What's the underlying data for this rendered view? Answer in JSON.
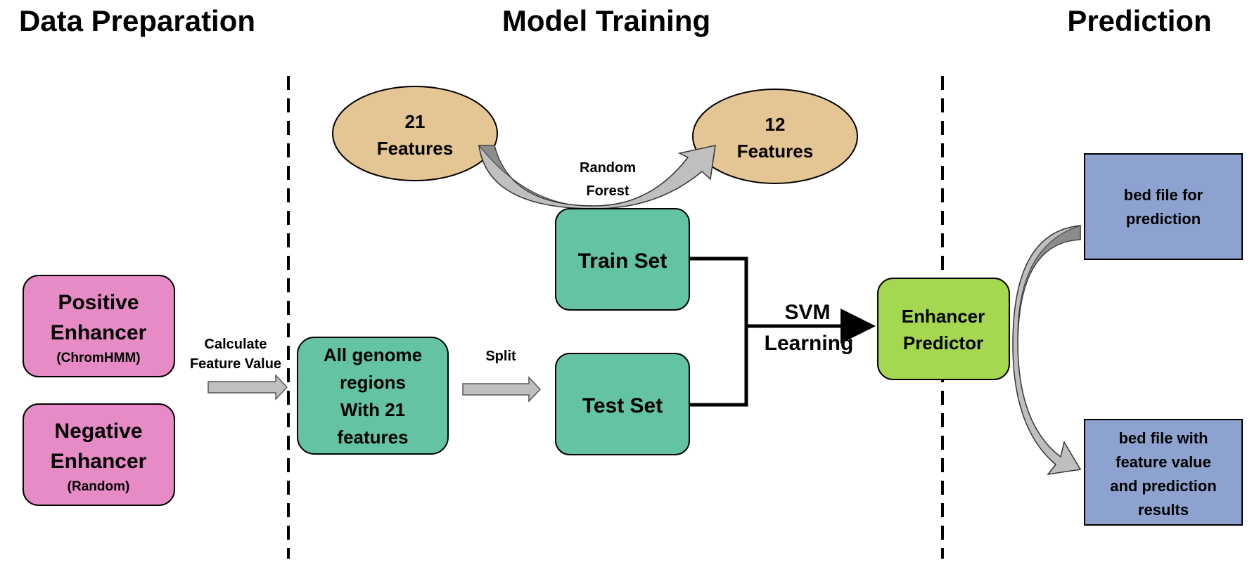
{
  "sections": {
    "data_preparation": "Data Preparation",
    "model_training": "Model Training",
    "prediction": "Prediction"
  },
  "nodes": {
    "positive_enhancer": {
      "line1": "Positive",
      "line2": "Enhancer",
      "sub": "(ChromHMM)"
    },
    "negative_enhancer": {
      "line1": "Negative",
      "line2": "Enhancer",
      "sub": "(Random)"
    },
    "all_genome": {
      "line1": "All genome",
      "line2": "regions",
      "line3": "With 21",
      "line4": "features"
    },
    "features_21": {
      "line1": "21",
      "line2": "Features"
    },
    "features_12": {
      "line1": "12",
      "line2": "Features"
    },
    "train_set": "Train Set",
    "test_set": "Test Set",
    "enhancer_predictor": {
      "line1": "Enhancer",
      "line2": "Predictor"
    },
    "bed_prediction": {
      "line1": "bed file for",
      "line2": "prediction"
    },
    "bed_results": {
      "line1": "bed file with",
      "line2": "feature value",
      "line3": "and prediction",
      "line4": "results"
    }
  },
  "edge_labels": {
    "calculate": {
      "line1": "Calculate",
      "line2": "Feature Value"
    },
    "split": "Split",
    "random_forest": {
      "line1": "Random",
      "line2": "Forest"
    },
    "svm": {
      "line1": "SVM",
      "line2": "Learning"
    }
  },
  "colors": {
    "pink": "#E68BC5",
    "teal": "#63C3A3",
    "tan": "#E4C594",
    "lime": "#A5D750",
    "blue": "#8EA2CF",
    "gray_arrow": "#BFBFBF",
    "dark_gray_arrow": "#8C8C8C"
  }
}
